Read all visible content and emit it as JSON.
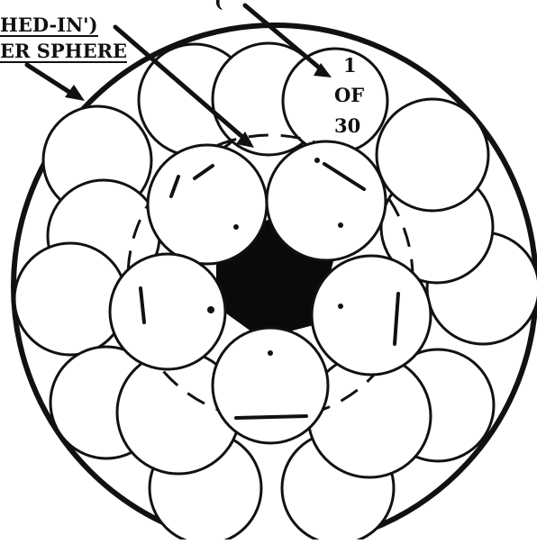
{
  "labels": {
    "top_partial": "(",
    "hed_in": "HED-IN')",
    "outer_sphere": "ER SPHERE",
    "count_line1": "1",
    "count_line2": "OF",
    "count_line3": "30"
  },
  "colors": {
    "ink": "#111111",
    "paper": "#ffffff",
    "core": "#0a0a0a"
  }
}
